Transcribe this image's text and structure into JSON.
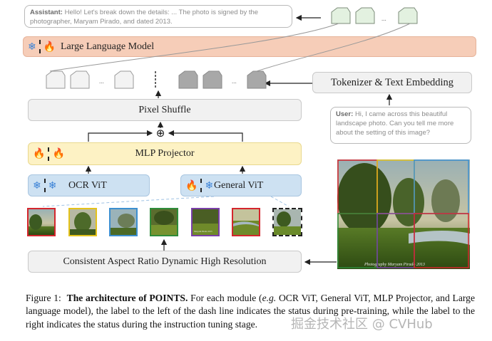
{
  "assistant_bubble": {
    "speaker": "Assistant:",
    "text": "Hello! Let's break down the details: ... The photo is signed by the photographer, Maryam Pirado, and dated 2013."
  },
  "user_bubble": {
    "speaker": "User:",
    "text": "Hi, I came across this beautiful landscape photo. Can you tell me more about the setting of this image?"
  },
  "llm": {
    "label": "Large Language Model",
    "icon_left": "snowflake-icon",
    "icon_right": "fire-icon"
  },
  "tokenizer": {
    "label": "Tokenizer & Text Embedding"
  },
  "pixel_shuffle": {
    "label": "Pixel Shuffle"
  },
  "mlp": {
    "label": "MLP Projector",
    "icon_left": "fire-icon",
    "icon_right": "fire-icon"
  },
  "ocr_vit": {
    "label": "OCR ViT",
    "icon_left": "snowflake-icon",
    "icon_right": "snowflake-icon"
  },
  "general_vit": {
    "label": "General ViT",
    "icon_left": "fire-icon",
    "icon_right": "snowflake-icon"
  },
  "dynamic_res": {
    "label": "Consistent Aspect Ratio Dynamic High Resolution"
  },
  "ellipsis": "...",
  "plus": "⊕",
  "photo_signature": "Photography  Maryam Pirado 2013",
  "tile_signature": "Maryam Pirado 2013",
  "tile_colors": [
    "#d4262d",
    "#e4c21b",
    "#3c8fd0",
    "#2f8c3a",
    "#7a3fa8",
    "#d4262d",
    "#222222"
  ],
  "colors": {
    "llm_bg": "#f6cdb8",
    "mlp_bg": "#fdf2c4",
    "vit_bg": "#cde1f2",
    "flake": "#3b82d6",
    "fire": "#e8541e"
  },
  "caption": {
    "label": "Figure 1:",
    "title": "The architecture of POINTS.",
    "text_1": " For each module (",
    "eg": "e.g.",
    "text_2": " OCR ViT, General ViT, MLP Projector, and Large language model), the label to the left of the dash line indicates the status during pre-training, while the label to the right indicates the status during the instruction tuning stage."
  },
  "watermark": "掘金技术社区 @ CVHub"
}
